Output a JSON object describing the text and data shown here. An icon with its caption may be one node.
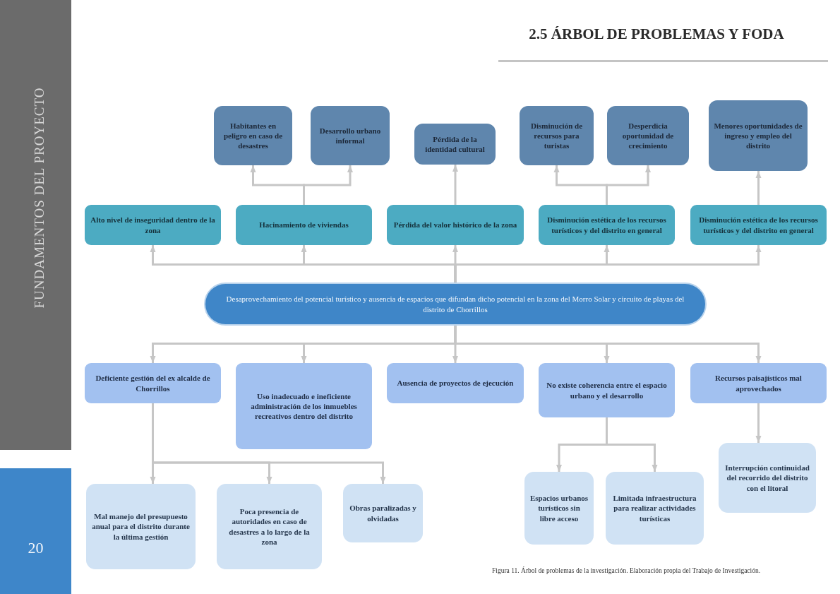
{
  "diagram": {
    "title": "2.5 ÁRBOL DE PROBLEMAS Y FODA",
    "caption": "Figura 11. Árbol de problemas de la investigación. Elaboración propia del Trabajo de Investigación.",
    "nodes": [
      {
        "text": [
          "Habitantes en peligro en caso de desastres"
        ]
      },
      {
        "text": [
          "Desarrollo urbano informal"
        ]
      },
      {
        "text": [
          "Pérdida de la identidad cultural"
        ]
      },
      {
        "text": [
          "Disminución de recursos para turistas"
        ]
      },
      {
        "text": [
          "Desperdicia oportunidad de crecimiento"
        ]
      },
      {
        "text": [
          "Menores oportunidades de ingreso y empleo del distrito"
        ]
      },
      {
        "text": [
          "Alto nivel de inseguridad dentro de la zona"
        ]
      },
      {
        "text": [
          "Hacinamiento de viviendas"
        ]
      },
      {
        "text": [
          "Pérdida del valor histórico de la zona"
        ]
      },
      {
        "text": [
          "Disminución estética de los recursos turísticos y del distrito en general"
        ]
      },
      {
        "text": [
          "Disminución estética de los recursos turísticos y del distrito en general"
        ]
      },
      {
        "text": [
          "Desaprovechamiento del potencial turístico y ausencia de espacios que difundan dicho potencial en la zona del Morro Solar y circuito de playas del distrito de Chorrillos"
        ]
      },
      {
        "text": [
          "Deficiente gestión del ex alcalde de Chorrillos"
        ]
      },
      {
        "text": [
          "Uso inadecuado e ineficiente administración de los inmuebles recreativos dentro del distrito"
        ]
      },
      {
        "text": [
          "Ausencia de proyectos de ejecución"
        ]
      },
      {
        "text": [
          "No existe coherencia entre el espacio urbano y el desarrollo"
        ]
      },
      {
        "text": [
          "Recursos paisajísticos mal aprovechados"
        ]
      },
      {
        "text": [
          "Mal manejo del presupuesto anual para el distrito durante la última gestión"
        ]
      },
      {
        "text": [
          "Poca presencia de autoridades en caso de desastres a lo largo de la zona"
        ]
      },
      {
        "text": [
          "Obras paralizadas y olvidadas"
        ]
      },
      {
        "text": [
          "Espacios urbanos turísticos sin libre acceso"
        ]
      },
      {
        "text": [
          "Limitada infraestructura para realizar actividades turísticas"
        ]
      },
      {
        "text": [
          "Interrupción continuidad del recorrido del distrito con el litoral"
        ]
      }
    ],
    "edges": [
      {
        "from": 11,
        "to": 6,
        "arrow": "to"
      },
      {
        "from": 11,
        "to": 7,
        "arrow": "to"
      },
      {
        "from": 11,
        "to": 8,
        "arrow": "to"
      },
      {
        "from": 11,
        "to": 9,
        "arrow": "to"
      },
      {
        "from": 11,
        "to": 10,
        "arrow": "to"
      },
      {
        "from": 7,
        "to": 0,
        "arrow": "to"
      },
      {
        "from": 7,
        "to": 1,
        "arrow": "to"
      },
      {
        "from": 8,
        "to": 2,
        "arrow": "to"
      },
      {
        "from": 9,
        "to": 3,
        "arrow": "to"
      },
      {
        "from": 9,
        "to": 4,
        "arrow": "to"
      },
      {
        "from": 10,
        "to": 5,
        "arrow": "to"
      },
      {
        "from": 11,
        "to": 12,
        "arrow": "to"
      },
      {
        "from": 11,
        "to": 13,
        "arrow": "to"
      },
      {
        "from": 11,
        "to": 14,
        "arrow": "to"
      },
      {
        "from": 11,
        "to": 15,
        "arrow": "to"
      },
      {
        "from": 11,
        "to": 16,
        "arrow": "to"
      },
      {
        "from": 12,
        "to": 17,
        "arrow": "to"
      },
      {
        "from": 12,
        "to": 18,
        "arrow": "to"
      },
      {
        "from": 12,
        "to": 19,
        "arrow": "to"
      },
      {
        "from": 15,
        "to": 20,
        "arrow": "to"
      },
      {
        "from": 15,
        "to": 21,
        "arrow": "to"
      },
      {
        "from": 16,
        "to": 22,
        "arrow": "to"
      }
    ],
    "labels": [
      "FUNDAMENTOS DEL PROYECTO",
      "20"
    ]
  }
}
